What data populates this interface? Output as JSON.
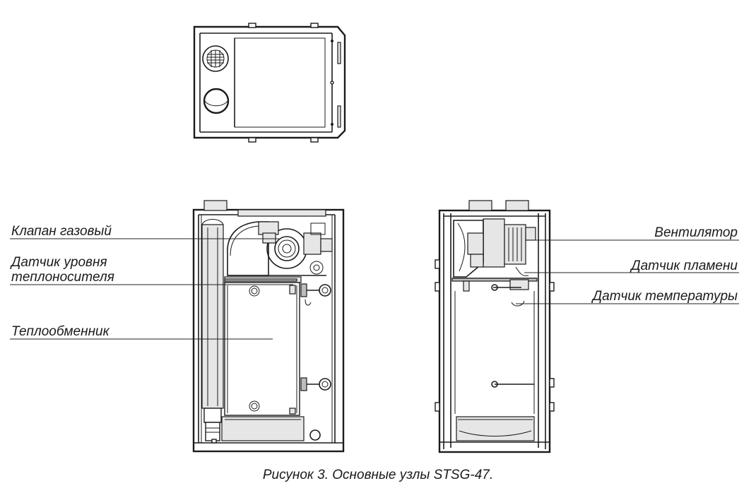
{
  "labels": {
    "gas_valve": "Клапан газовый",
    "level_sensor_line1": "Датчик уровня",
    "level_sensor_line2": "теплоносителя",
    "heat_exchanger": "Теплообменник",
    "fan": "Вентилятор",
    "flame_sensor": "Датчик пламени",
    "temperature_sensor": "Датчик температуры"
  },
  "caption": "Рисунок 3.  Основные узлы STSG-47."
}
